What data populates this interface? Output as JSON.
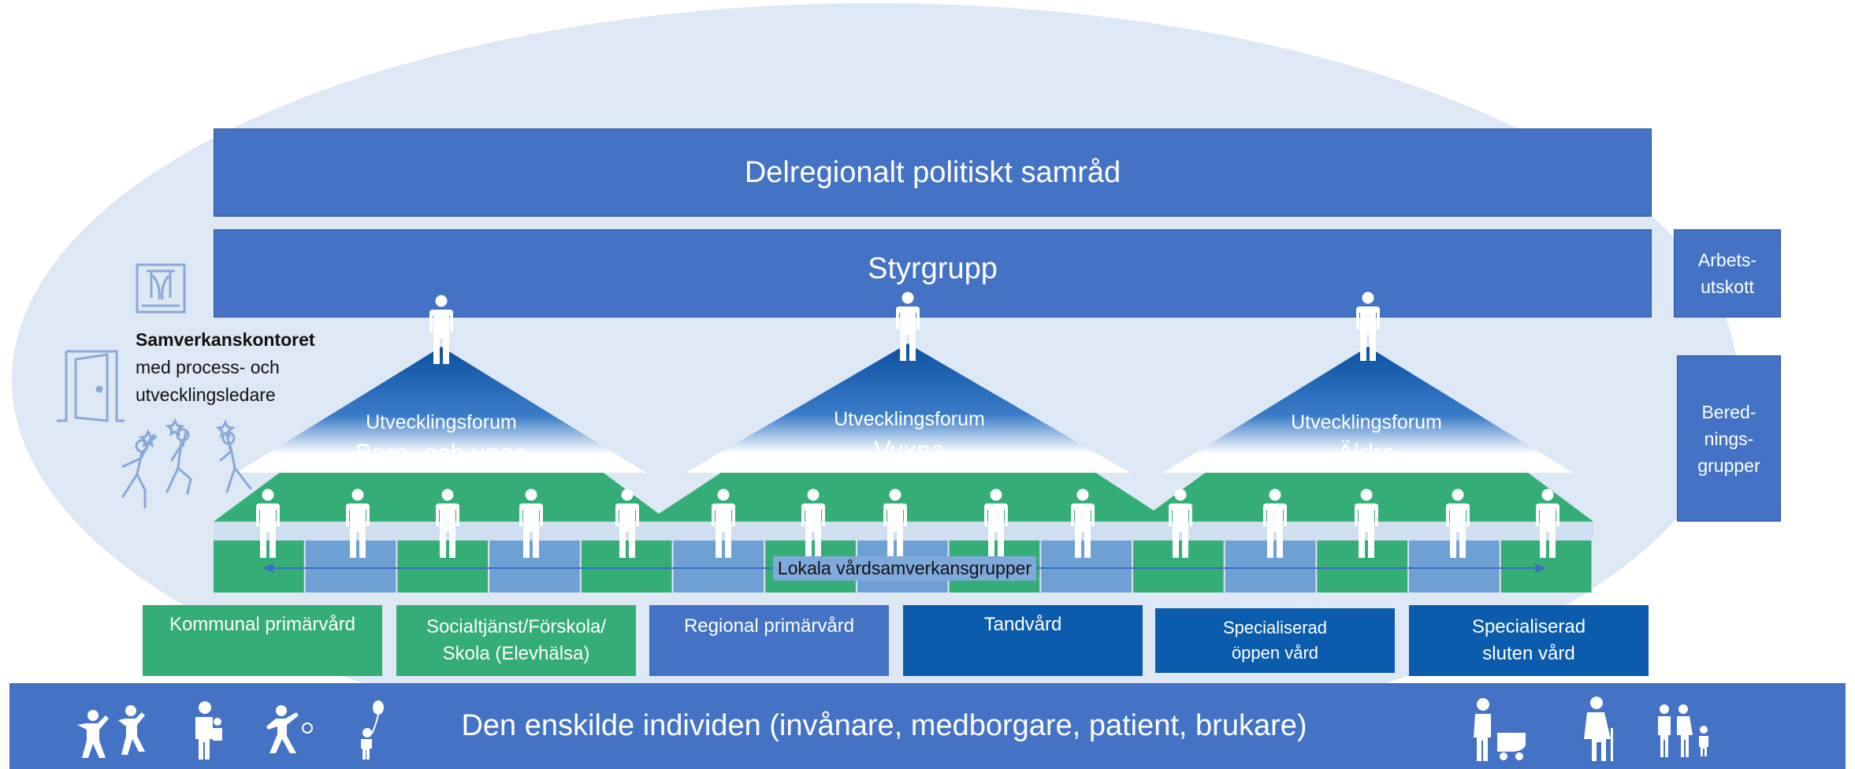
{
  "colors": {
    "ellipse": "#dde8f4",
    "blue": "#4472c4",
    "dark_blue": "#0b5cad",
    "light_blue": "#6fa0d4",
    "green": "#34ad76",
    "white": "#ffffff"
  },
  "top_bar": {
    "label": "Delregionalt politiskt samråd"
  },
  "steering_bar": {
    "label": "Styrgrupp"
  },
  "side_boxes": [
    {
      "label": "Arbets-\nutskott"
    },
    {
      "label": "Bered-\nnings-\ngrupper"
    }
  ],
  "office": {
    "title": "Samverkanskontoret",
    "subtitle": "med process- och\nutvecklingsledare",
    "icons": [
      "window-icon",
      "door-icon",
      "celebrating-people-icon"
    ]
  },
  "forums": [
    {
      "label": "Utvecklingsforum",
      "name": "Barn- och unga"
    },
    {
      "label": "Utvecklingsforum",
      "name": "Vuxna"
    },
    {
      "label": "Utvecklingsforum",
      "name": "Äldre"
    }
  ],
  "local_groups": {
    "label": "Lokala vårdsamverkansgrupper"
  },
  "categories": [
    {
      "label": "Kommunal primärvård",
      "color": "#34ad76"
    },
    {
      "label": "Socialtjänst/Förskola/\nSkola (Elevhälsa)",
      "color": "#34ad76"
    },
    {
      "label": "Regional primärvård",
      "color": "#4472c4"
    },
    {
      "label": "Tandvård",
      "color": "#0b5cad"
    },
    {
      "label": "Specialiserad\nöppen vård",
      "color": "#0b5cad"
    },
    {
      "label": "Specialiserad\nsluten vård",
      "color": "#0b5cad"
    }
  ],
  "bottom_bar": {
    "label": "Den enskilde individen (invånare, medborgare, patient, brukare)",
    "icons": [
      "dancing-people-icon",
      "parent-with-child-icon",
      "tennis-player-icon",
      "child-with-balloon-icon",
      "person-with-stroller-icon",
      "elderly-with-cane-icon",
      "family-icon"
    ]
  }
}
